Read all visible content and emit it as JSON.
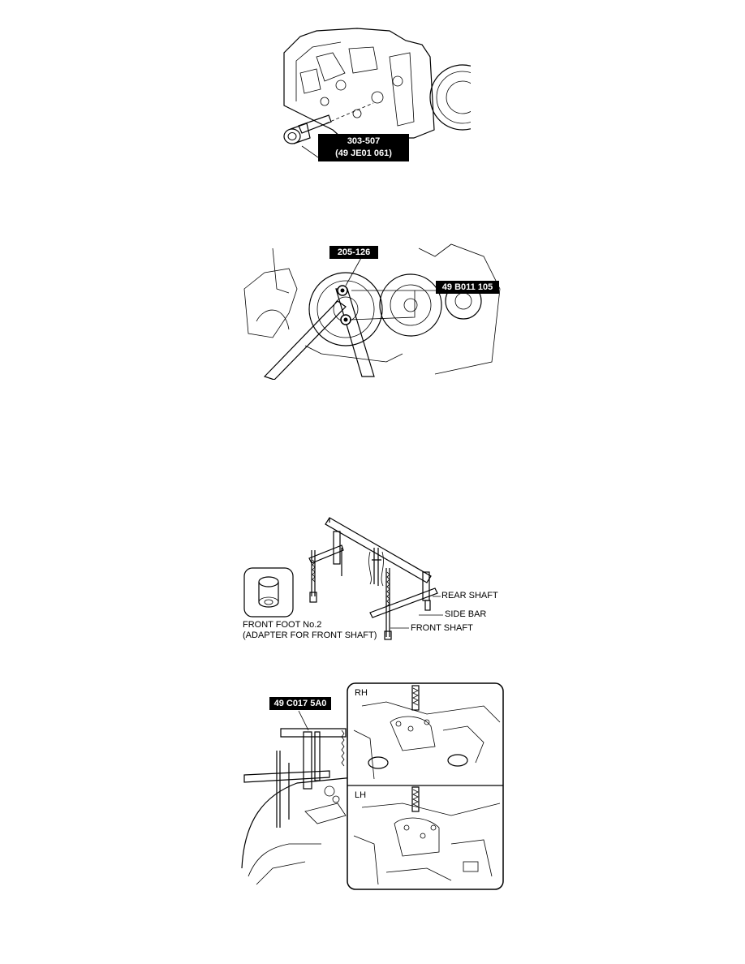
{
  "figure1": {
    "tool_label_line1": "303-507",
    "tool_label_line2": "(49 JE01 061)"
  },
  "figure2": {
    "tool_label_a": "205-126",
    "tool_label_b": "49 B011 105"
  },
  "figure3": {
    "callout_rear_shaft": "REAR SHAFT",
    "callout_side_bar": "SIDE BAR",
    "callout_front_shaft": "FRONT SHAFT",
    "callout_front_foot_line1": "FRONT FOOT No.2",
    "callout_front_foot_line2": "(ADAPTER FOR FRONT SHAFT)"
  },
  "figure4": {
    "tool_label": "49 C017 5A0",
    "inset_rh": "RH",
    "inset_lh": "LH"
  }
}
